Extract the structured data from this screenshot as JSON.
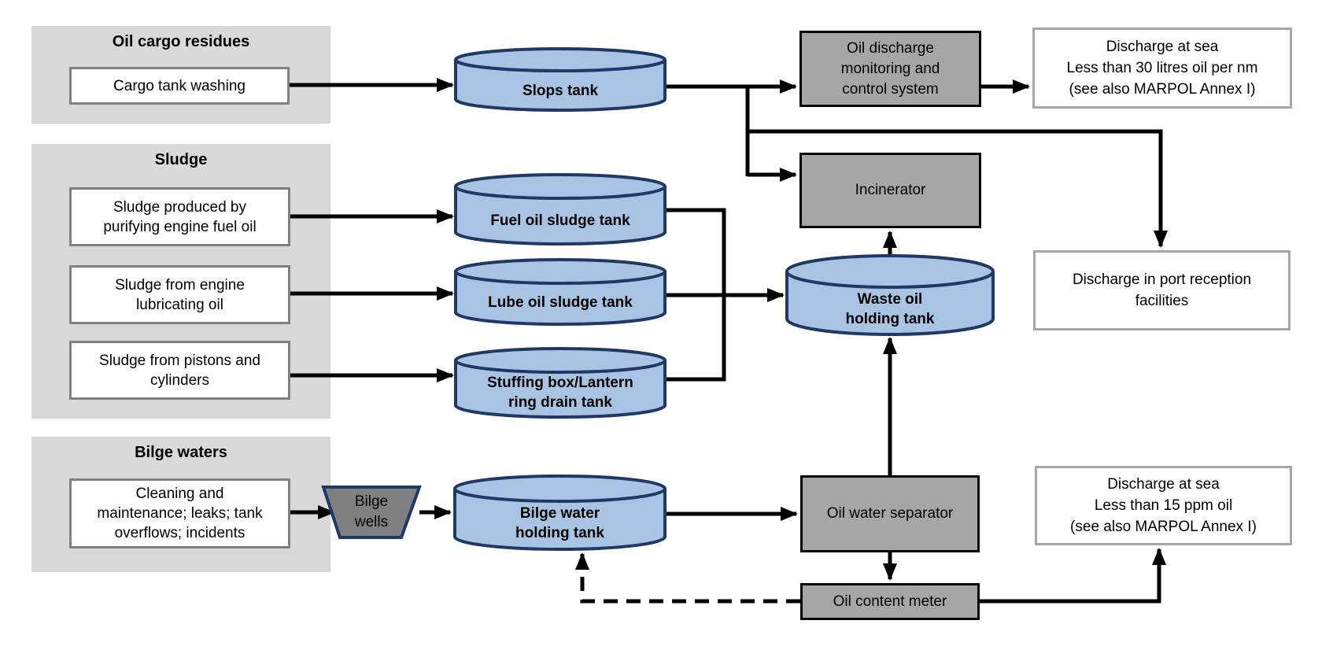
{
  "groups": [
    {
      "title": "Oil cargo residues",
      "items": [
        {
          "lines": [
            "Cargo tank washing"
          ]
        }
      ]
    },
    {
      "title": "Sludge",
      "items": [
        {
          "lines": [
            "Sludge produced by",
            "purifying engine fuel oil"
          ]
        },
        {
          "lines": [
            "Sludge from engine",
            "lubricating oil"
          ]
        },
        {
          "lines": [
            "Sludge from pistons and",
            "cylinders"
          ]
        }
      ]
    },
    {
      "title": "Bilge waters",
      "items": [
        {
          "lines": [
            "Cleaning and",
            "maintenance; leaks; tank",
            "overflows; incidents"
          ]
        }
      ]
    }
  ],
  "tanks": [
    {
      "lines": [
        "Slops tank"
      ]
    },
    {
      "lines": [
        "Fuel oil sludge tank"
      ]
    },
    {
      "lines": [
        "Lube oil sludge tank"
      ]
    },
    {
      "lines": [
        "Stuffing box/Lantern",
        "ring drain tank"
      ]
    },
    {
      "lines": [
        "Bilge water",
        "holding tank"
      ]
    },
    {
      "lines": [
        "Waste oil",
        "holding tank"
      ]
    }
  ],
  "processes": {
    "bilge_wells": {
      "lines": [
        "Bilge",
        "wells"
      ]
    },
    "odm": {
      "lines": [
        "Oil discharge",
        "monitoring and",
        "control system"
      ]
    },
    "incinerator": {
      "lines": [
        "Incinerator"
      ]
    },
    "oil_water_separator": {
      "lines": [
        "Oil water separator"
      ]
    },
    "oil_content_meter": {
      "lines": [
        "Oil content meter"
      ]
    }
  },
  "outputs": [
    {
      "lines": [
        "Discharge at sea",
        "Less than 30 litres oil per nm",
        "(see also MARPOL Annex I)"
      ]
    },
    {
      "lines": [
        "Discharge in port reception",
        "facilities"
      ]
    },
    {
      "lines": [
        "Discharge at sea",
        "Less than 15 ppm oil",
        "(see also MARPOL Annex I)"
      ]
    }
  ],
  "colors": {
    "tank_fill": "#a9c4e3",
    "tank_stroke": "#1f3864",
    "process_fill": "#a6a6a6",
    "process_border": "#000000",
    "group_fill": "#d9d9d9",
    "inner_box_border": "#808080",
    "output_box_border": "#a6a6a6",
    "arrow": "#000000"
  }
}
